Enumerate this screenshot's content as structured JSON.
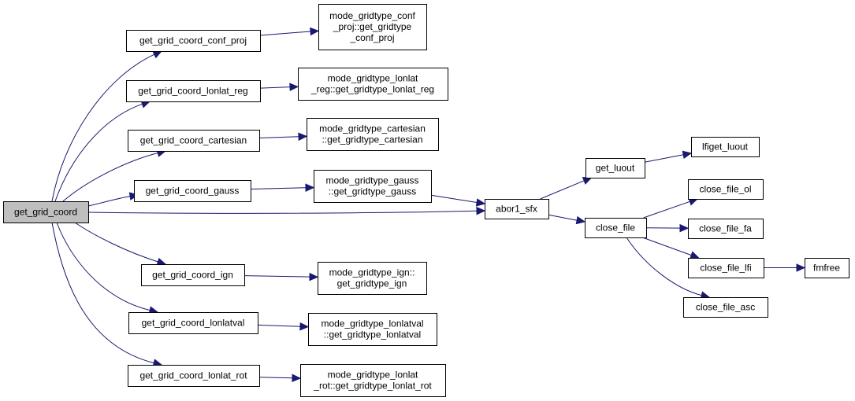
{
  "graph": {
    "colors": {
      "edge": "#191970",
      "root_fill": "#bfbfbf",
      "node_fill": "#ffffff",
      "border": "#000000"
    },
    "nodes": [
      {
        "id": "root",
        "lines": [
          "get_grid_coord"
        ]
      },
      {
        "id": "conf_proj",
        "lines": [
          "get_grid_coord_conf_proj"
        ]
      },
      {
        "id": "lonlat_reg",
        "lines": [
          "get_grid_coord_lonlat_reg"
        ]
      },
      {
        "id": "cartesian",
        "lines": [
          "get_grid_coord_cartesian"
        ]
      },
      {
        "id": "gauss",
        "lines": [
          "get_grid_coord_gauss"
        ]
      },
      {
        "id": "ign",
        "lines": [
          "get_grid_coord_ign"
        ]
      },
      {
        "id": "lonlatval",
        "lines": [
          "get_grid_coord_lonlatval"
        ]
      },
      {
        "id": "lonlat_rot",
        "lines": [
          "get_grid_coord_lonlat_rot"
        ]
      },
      {
        "id": "m_conf_proj",
        "lines": [
          "mode_gridtype_conf",
          "_proj::get_gridtype",
          "_conf_proj"
        ]
      },
      {
        "id": "m_lonlat_reg",
        "lines": [
          "mode_gridtype_lonlat",
          "_reg::get_gridtype_lonlat_reg"
        ]
      },
      {
        "id": "m_cartesian",
        "lines": [
          "mode_gridtype_cartesian",
          "::get_gridtype_cartesian"
        ]
      },
      {
        "id": "m_gauss",
        "lines": [
          "mode_gridtype_gauss",
          "::get_gridtype_gauss"
        ]
      },
      {
        "id": "m_ign",
        "lines": [
          "mode_gridtype_ign::",
          "get_gridtype_ign"
        ]
      },
      {
        "id": "m_lonlatval",
        "lines": [
          "mode_gridtype_lonlatval",
          "::get_gridtype_lonlatval"
        ]
      },
      {
        "id": "m_lonlat_rot",
        "lines": [
          "mode_gridtype_lonlat",
          "_rot::get_gridtype_lonlat_rot"
        ]
      },
      {
        "id": "abor1_sfx",
        "lines": [
          "abor1_sfx"
        ]
      },
      {
        "id": "get_luout",
        "lines": [
          "get_luout"
        ]
      },
      {
        "id": "lfiget_luout",
        "lines": [
          "lfiget_luout"
        ]
      },
      {
        "id": "close_file",
        "lines": [
          "close_file"
        ]
      },
      {
        "id": "close_file_ol",
        "lines": [
          "close_file_ol"
        ]
      },
      {
        "id": "close_file_fa",
        "lines": [
          "close_file_fa"
        ]
      },
      {
        "id": "close_file_lfi",
        "lines": [
          "close_file_lfi"
        ]
      },
      {
        "id": "fmfree",
        "lines": [
          "fmfree"
        ]
      },
      {
        "id": "close_file_asc",
        "lines": [
          "close_file_asc"
        ]
      }
    ],
    "edges": [
      [
        "root",
        "conf_proj"
      ],
      [
        "root",
        "lonlat_reg"
      ],
      [
        "root",
        "cartesian"
      ],
      [
        "root",
        "gauss"
      ],
      [
        "root",
        "abor1_sfx"
      ],
      [
        "root",
        "ign"
      ],
      [
        "root",
        "lonlatval"
      ],
      [
        "root",
        "lonlat_rot"
      ],
      [
        "conf_proj",
        "m_conf_proj"
      ],
      [
        "lonlat_reg",
        "m_lonlat_reg"
      ],
      [
        "cartesian",
        "m_cartesian"
      ],
      [
        "gauss",
        "m_gauss"
      ],
      [
        "ign",
        "m_ign"
      ],
      [
        "lonlatval",
        "m_lonlatval"
      ],
      [
        "lonlat_rot",
        "m_lonlat_rot"
      ],
      [
        "m_gauss",
        "abor1_sfx"
      ],
      [
        "abor1_sfx",
        "get_luout"
      ],
      [
        "abor1_sfx",
        "close_file"
      ],
      [
        "get_luout",
        "lfiget_luout"
      ],
      [
        "close_file",
        "close_file_ol"
      ],
      [
        "close_file",
        "close_file_fa"
      ],
      [
        "close_file",
        "close_file_lfi"
      ],
      [
        "close_file",
        "close_file_asc"
      ],
      [
        "close_file_lfi",
        "fmfree"
      ]
    ]
  }
}
